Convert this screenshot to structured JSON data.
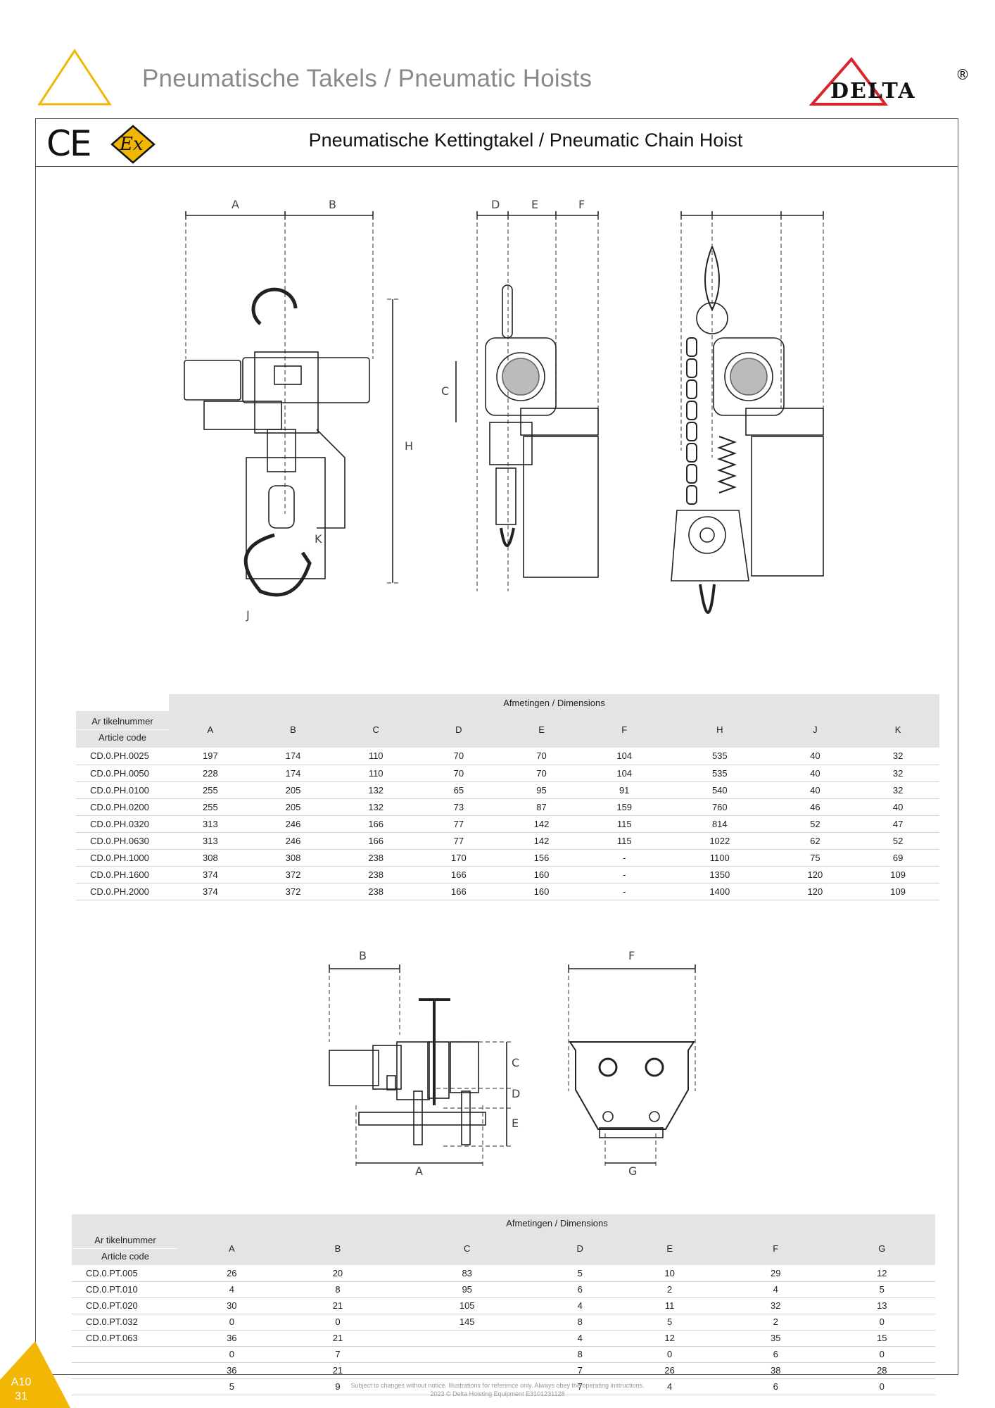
{
  "header": {
    "title": "Pneumatische Takels / Pneumatic Hoists",
    "logo_text": "DELTA",
    "logo_mark": "®"
  },
  "section": {
    "title": "Pneumatische Kettingtakel / Pneumatic Chain Hoist",
    "ce_mark": "CE",
    "ex_mark": "Ex"
  },
  "drawing1": {
    "labels": [
      "A",
      "B",
      "C",
      "D",
      "E",
      "F",
      "H",
      "J",
      "K"
    ]
  },
  "table1": {
    "caption": "Afmetingen / Dimensions",
    "code_header_1": "Ar tikelnummer",
    "code_header_2": "Article code",
    "columns": [
      "A",
      "B",
      "C",
      "D",
      "E",
      "F",
      "H",
      "J",
      "K"
    ],
    "codes": [
      "CD.0.PH.0025",
      "CD.0.PH.0050",
      "CD.0.PH.0100",
      "CD.0.PH.0200",
      "CD.0.PH.0320",
      "CD.0.PH.0630",
      "CD.0.PH.1000",
      "CD.0.PH.1600",
      "CD.0.PH.2000"
    ],
    "rows": [
      [
        "197",
        "174",
        "110",
        "70",
        "70",
        "104",
        "535",
        "40",
        "32"
      ],
      [
        "228",
        "174",
        "110",
        "70",
        "70",
        "104",
        "535",
        "40",
        "32"
      ],
      [
        "255",
        "205",
        "132",
        "65",
        "95",
        "91",
        "540",
        "40",
        "32"
      ],
      [
        "255",
        "205",
        "132",
        "73",
        "87",
        "159",
        "760",
        "46",
        "40"
      ],
      [
        "313",
        "246",
        "166",
        "77",
        "142",
        "115",
        "814",
        "52",
        "47"
      ],
      [
        "313",
        "246",
        "166",
        "77",
        "142",
        "115",
        "1022",
        "62",
        "52"
      ],
      [
        "308",
        "308",
        "238",
        "170",
        "156",
        "-",
        "1100",
        "75",
        "69"
      ],
      [
        "374",
        "372",
        "238",
        "166",
        "160",
        "-",
        "1350",
        "120",
        "109"
      ],
      [
        "374",
        "372",
        "238",
        "166",
        "160",
        "-",
        "1400",
        "120",
        "109"
      ]
    ]
  },
  "drawing2": {
    "labels": [
      "B",
      "C",
      "D",
      "E",
      "A",
      "F",
      "G"
    ]
  },
  "table2": {
    "caption": "Afmetingen / Dimensions",
    "code_header_1": "Ar tikelnummer",
    "code_header_2": "Article code",
    "columns": [
      "A",
      "B",
      "C",
      "D",
      "E",
      "F",
      "G"
    ],
    "codes": [
      "CD.0.PT.005",
      "CD.0.PT.010",
      "CD.0.PT.020",
      "CD.0.PT.032",
      "CD.0.PT.063"
    ],
    "rows": [
      [
        "26",
        "20",
        "83",
        "5",
        "10",
        "29",
        "12"
      ],
      [
        "4",
        "8",
        "95",
        "6",
        "2",
        "4",
        "5"
      ],
      [
        "30",
        "21",
        "105",
        "4",
        "11",
        "32",
        "13"
      ],
      [
        "0",
        "0",
        "145",
        "8",
        "5",
        "2",
        "0"
      ],
      [
        "36",
        "21",
        "",
        "4",
        "12",
        "35",
        "15"
      ],
      [
        "0",
        "7",
        "",
        "8",
        "0",
        "6",
        "0"
      ],
      [
        "36",
        "21",
        "",
        "7",
        "26",
        "38",
        "28"
      ],
      [
        "5",
        "9",
        "",
        "7",
        "4",
        "6",
        "0"
      ]
    ]
  },
  "footer": {
    "note_line1": "Subject to changes without notice. Illustrations for reference only. Always obey the operating instructions.",
    "note_line2": "2023 © Delta Hoisting Equipment E3101231128",
    "page_section": "A10",
    "page_number": "31"
  },
  "colors": {
    "accent_yellow": "#f2b705",
    "logo_red": "#d8262d",
    "frame": "#555555",
    "table_header": "#e3e4e6"
  }
}
